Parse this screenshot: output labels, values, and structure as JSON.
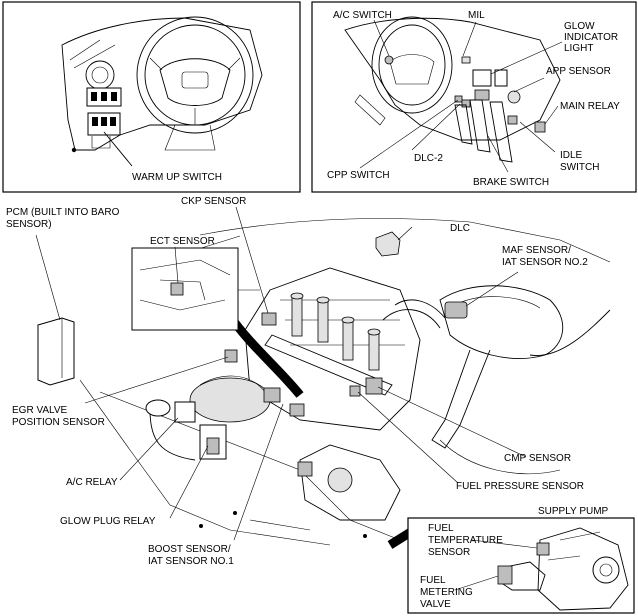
{
  "labels": {
    "warm_up_switch": "WARM UP SWITCH",
    "ac_switch": "A/C SWITCH",
    "mil": "MIL",
    "glow_indicator_light": [
      "GLOW",
      "INDICATOR",
      "LIGHT"
    ],
    "app_sensor": "APP SENSOR",
    "main_relay": "MAIN RELAY",
    "idle_switch": [
      "IDLE",
      "SWITCH"
    ],
    "dlc2": "DLC-2",
    "cpp_switch": "CPP SWITCH",
    "brake_switch": "BRAKE SWITCH",
    "pcm": [
      "PCM (BUILT INTO BARO",
      "SENSOR)"
    ],
    "ckp_sensor": "CKP SENSOR",
    "ect_sensor": "ECT SENSOR",
    "dlc": "DLC",
    "maf_sensor": [
      "MAF SENSOR/",
      "IAT SENSOR NO.2"
    ],
    "egr_valve_position_sensor": [
      "EGR VALVE",
      "POSITION SENSOR"
    ],
    "ac_relay": "A/C RELAY",
    "glow_plug_relay": "GLOW PLUG RELAY",
    "boost_sensor": [
      "BOOST SENSOR/",
      "IAT SENSOR NO.1"
    ],
    "cmp_sensor": "CMP SENSOR",
    "fuel_pressure_sensor": "FUEL PRESSURE SENSOR",
    "supply_pump": "SUPPLY PUMP",
    "fuel_temperature_sensor": [
      "FUEL",
      "TEMPERATURE",
      "SENSOR"
    ],
    "fuel_metering_valve": [
      "FUEL",
      "METERING",
      "VALVE"
    ]
  }
}
